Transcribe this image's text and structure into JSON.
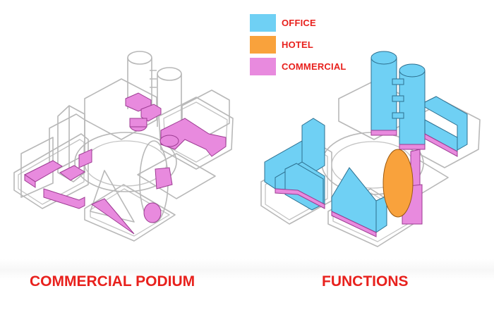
{
  "colors": {
    "office": "#6fd0f4",
    "hotel": "#f9a23c",
    "commercial": "#e88ade",
    "caption": "#e8211d"
  },
  "legend": [
    {
      "label": "OFFICE",
      "color": "#6fd0f4"
    },
    {
      "label": "HOTEL",
      "color": "#f9a23c"
    },
    {
      "label": "COMMERCIAL",
      "color": "#e88ade"
    }
  ],
  "captions": {
    "left": "COMMERCIAL PODIUM",
    "right": "FUNCTIONS"
  }
}
